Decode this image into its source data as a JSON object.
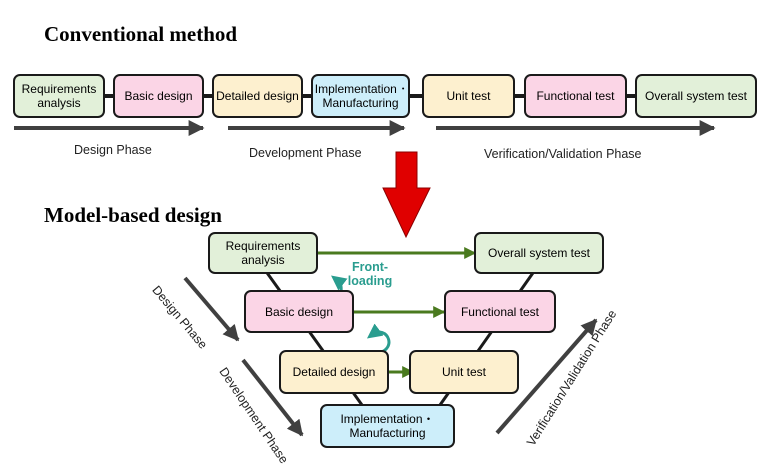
{
  "conventional": {
    "title": "Conventional method",
    "steps": [
      {
        "label": "Requirements analysis",
        "color": "#e2f0d9"
      },
      {
        "label": "Basic design",
        "color": "#fbd5e6"
      },
      {
        "label": "Detailed design",
        "color": "#fdf0cf"
      },
      {
        "label": "Implementation ･Manufacturing",
        "color": "#cdeefa"
      },
      {
        "label": "Unit test",
        "color": "#fdf0cf"
      },
      {
        "label": "Functional test",
        "color": "#fbd5e6"
      },
      {
        "label": "Overall system test",
        "color": "#e2f0d9"
      }
    ],
    "phases": [
      "Design Phase",
      "Development Phase",
      "Verification/Validation Phase"
    ]
  },
  "model_based": {
    "title": "Model-based design",
    "left": [
      "Requirements analysis",
      "Basic design",
      "Detailed design"
    ],
    "bottom": "Implementation・ Manufacturing",
    "right": [
      "Overall system test",
      "Functional test",
      "Unit test"
    ],
    "front_loading": "Front- loading",
    "phases": [
      "Design Phase",
      "Development Phase",
      "Verification/Validation Phase"
    ]
  },
  "colors": {
    "green": "#e2f0d9",
    "pink": "#fbd5e6",
    "yellow": "#fdf0cf",
    "blue": "#cdeefa",
    "arrow_dark": "#404040",
    "arrow_green": "#4a7a1f",
    "arrow_red": "#e00000",
    "teal": "#2a9d8f"
  }
}
